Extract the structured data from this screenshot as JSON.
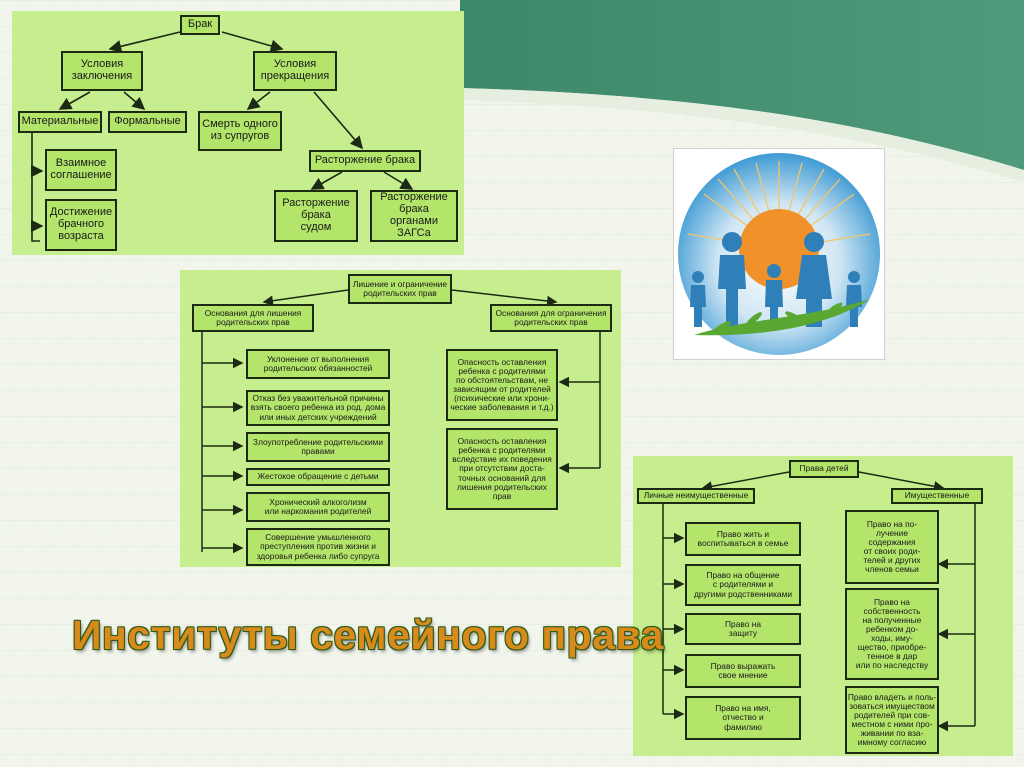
{
  "colors": {
    "panel": "#c6ee8e",
    "box": "#b2e56a",
    "line": "#1c2a14",
    "title": "#d88a1a",
    "band": "#3f8a6a"
  },
  "panel1": {
    "root": "Брак",
    "conditions_conclusion": "Условия\nзаключения",
    "conditions_termination": "Условия\nпрекращения",
    "material": "Материальные",
    "formal": "Формальные",
    "mutual_consent": "Взаимное\nсоглашение",
    "marriage_age": "Достижение\nбрачного\nвозраста",
    "death": "Смерть одного\nиз супругов",
    "divorce": "Расторжение брака",
    "divorce_court": "Расторжение\nбрака\nсудом",
    "divorce_zags": "Расторжение\nбрака\nорганами ЗАГСа"
  },
  "panel2": {
    "root": "Лишение и ограничение\nродительских прав",
    "grounds_deprivation": "Основания для лишения\nродительских прав",
    "grounds_restriction": "Основания для ограничения\nродительских прав",
    "left_items": [
      "Уклонение от выполнения\nродительских обязанностей",
      "Отказ без уважительной причины\nвзять своего ребенка из род. дома\nили иных детских учреждений",
      "Злоупотребление родительскими\nправами",
      "Жестокое обращение с детьми",
      "Хронический алкоголизм\nили наркомания родителей",
      "Совершение умышленного\nпреступления против жизни и\nздоровья ребенка либо супруга"
    ],
    "right_items": [
      "Опасность оставления\nребенка с родителями\nпо обстоятельствам, не\nзависящим от родителей\n(психические или хрони-\nческие заболевания и т.д.)",
      "Опасность оставления\nребенка с родителями\nвследствие их поведения\nпри отсутствии доста-\nточных оснований для\nлишения родительских\nправ"
    ]
  },
  "panel3": {
    "root": "Права детей",
    "personal": "Личные неимущественные",
    "property": "Имущественные",
    "left_items": [
      "Право жить и\nвоспитываться в семье",
      "Право на общение\nс родителями и\nдругими родственниками",
      "Право на\nзащиту",
      "Право выражать\nсвое мнение",
      "Право на имя,\nотчество и\nфамилию"
    ],
    "right_items": [
      "Право на по-\nлучение\nсодержания\nот своих роди-\nтелей и других\nчленов семьи",
      "Право на\nсобственность\nна полученные\nребенком до-\nходы, иму-\nщество, приобре-\nтенное в дар\nили по наследству",
      "Право владеть и поль-\nзоваться имуществом\nродителей при сов-\nместном с ними про-\nживании по вза-\nимному согласию"
    ]
  },
  "image": {
    "icon": "family-sun-logo"
  },
  "title": "Институты семейного права"
}
